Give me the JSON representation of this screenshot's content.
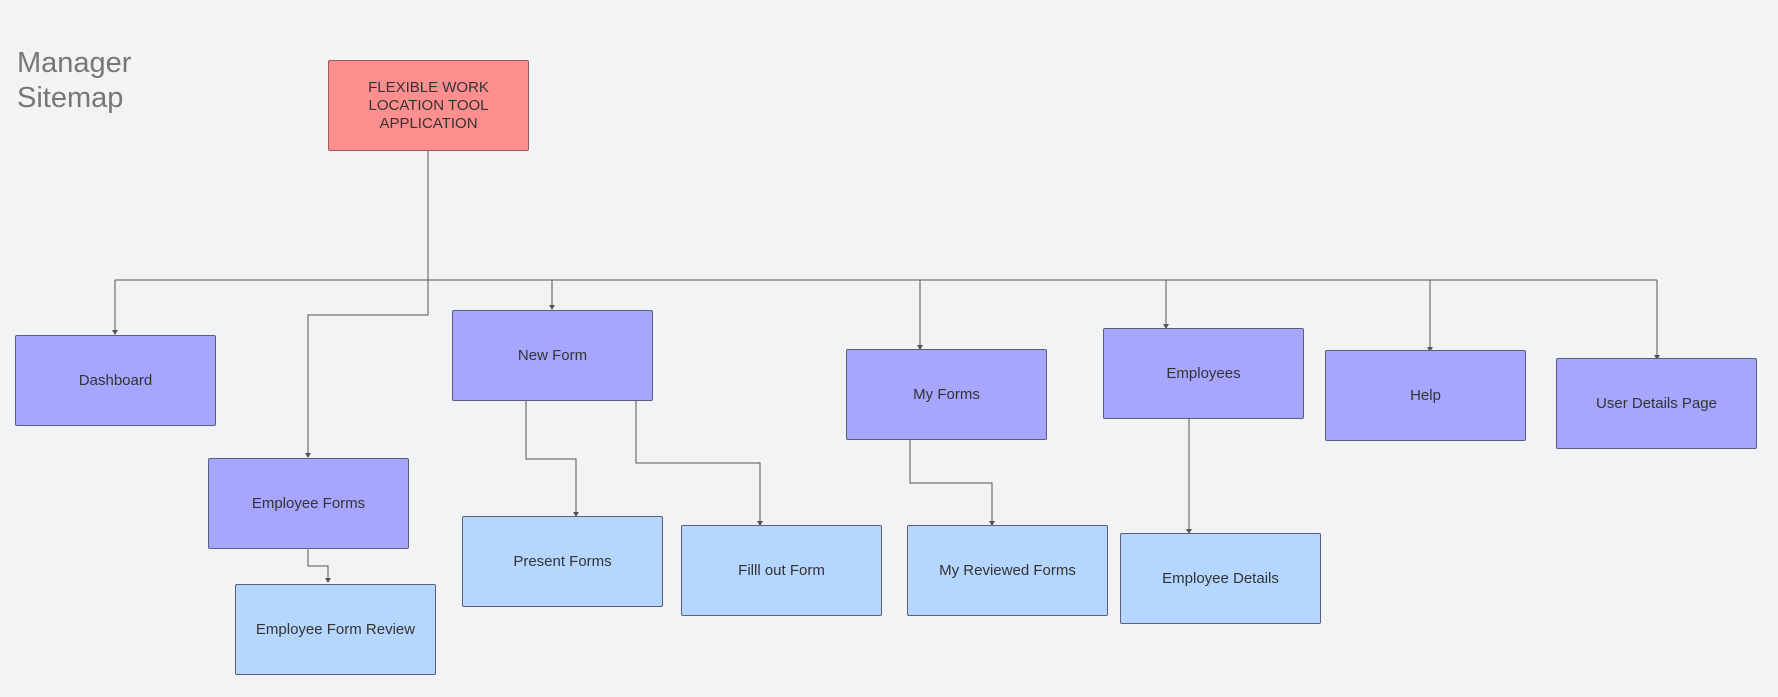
{
  "title": "Manager\nSitemap",
  "nodes": {
    "root": "FLEXIBLE WORK LOCATION TOOL APPLICATION",
    "dashboard": "Dashboard",
    "employee_forms": "Employee Forms",
    "employee_form_review": "Employee Form Review",
    "new_form": "New Form",
    "present_forms": "Present Forms",
    "fill_out_form": "Filll out Form",
    "my_forms": "My Forms",
    "my_reviewed_forms": "My Reviewed Forms",
    "employees": "Employees",
    "employee_details": "Employee Details",
    "help": "Help",
    "user_details_page": "User Details Page"
  },
  "colors": {
    "root": "#ff8f8f",
    "primary": "#a6a6ff",
    "secondary": "#b5d6ff",
    "background": "#f2f3f5",
    "connector": "#555555"
  }
}
